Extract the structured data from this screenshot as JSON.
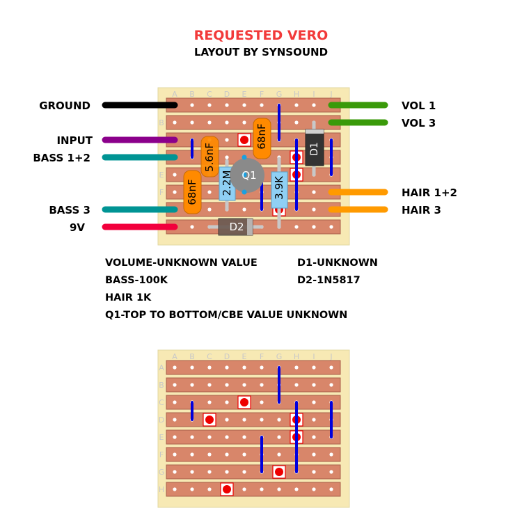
{
  "title": {
    "main": "REQUESTED VERO",
    "sub": "LAYOUT BY SYNSOUND"
  },
  "colors": {
    "title_red": "#f23a3a",
    "board_bg": "#f7e9b4",
    "strip": "#d8866a",
    "strip_border": "#a8604a",
    "link": "#0000dd",
    "cut_red": "#ee0000",
    "ground_wire": "#000000",
    "input_wire": "#8b008b",
    "bass_wire": "#009494",
    "nine_v_wire": "#f2003c",
    "vol_wire": "#3a9a0a",
    "hair_wire": "#ff9a00",
    "cap": "#ff8a00",
    "resistor": "#8fd0f4",
    "transistor": "#8a8a8a",
    "diode": "#333333"
  },
  "board": {
    "columns": [
      "A",
      "B",
      "C",
      "D",
      "E",
      "F",
      "G",
      "H",
      "I",
      "J"
    ],
    "rows": [
      "A",
      "B",
      "C",
      "D",
      "E",
      "F",
      "G",
      "H"
    ]
  },
  "wires_left": [
    {
      "label": "GROUND",
      "row": 0,
      "color": "ground_wire"
    },
    {
      "label": "INPUT",
      "row": 2,
      "color": "input_wire"
    },
    {
      "label": "BASS 1+2",
      "row": 3,
      "color": "bass_wire"
    },
    {
      "label": "BASS 3",
      "row": 6,
      "color": "bass_wire"
    },
    {
      "label": "9V",
      "row": 7,
      "color": "nine_v_wire"
    }
  ],
  "wires_right": [
    {
      "label": "VOL 1",
      "row": 0,
      "color": "vol_wire"
    },
    {
      "label": "VOL 3",
      "row": 1,
      "color": "vol_wire"
    },
    {
      "label": "HAIR 1+2",
      "row": 5,
      "color": "hair_wire"
    },
    {
      "label": "HAIR 3",
      "row": 6,
      "color": "hair_wire"
    }
  ],
  "components": {
    "c1": "5.6nF",
    "c2": "68nF",
    "c3": "68nF",
    "r1": "2.2M",
    "r2": "3.9K",
    "q1": "Q1",
    "d1": "D1",
    "d2": "D2"
  },
  "links": [
    {
      "col": 1,
      "from": 2,
      "to": 3
    },
    {
      "col": 6,
      "from": 0,
      "to": 2
    },
    {
      "col": 5,
      "from": 4,
      "to": 6
    },
    {
      "col": 7,
      "from": 2,
      "to": 6
    },
    {
      "col": 9,
      "from": 2,
      "to": 4
    }
  ],
  "cuts_top": [
    {
      "col": 4,
      "row": 2
    },
    {
      "col": 7,
      "row": 3
    },
    {
      "col": 7,
      "row": 4
    },
    {
      "col": 6,
      "row": 6
    }
  ],
  "cuts_bottom": [
    {
      "col": 4,
      "row": 2
    },
    {
      "col": 2,
      "row": 3
    },
    {
      "col": 7,
      "row": 3
    },
    {
      "col": 7,
      "row": 4
    },
    {
      "col": 6,
      "row": 6
    },
    {
      "col": 3,
      "row": 7
    }
  ],
  "notes": {
    "volume": "VOLUME-UNKNOWN VALUE",
    "bass": "BASS-100K",
    "hair": "HAIR 1K",
    "q1": "Q1-TOP TO BOTTOM/CBE VALUE UNKNOWN",
    "d1": "D1-UNKNOWN",
    "d2": "D2-1N5817"
  }
}
